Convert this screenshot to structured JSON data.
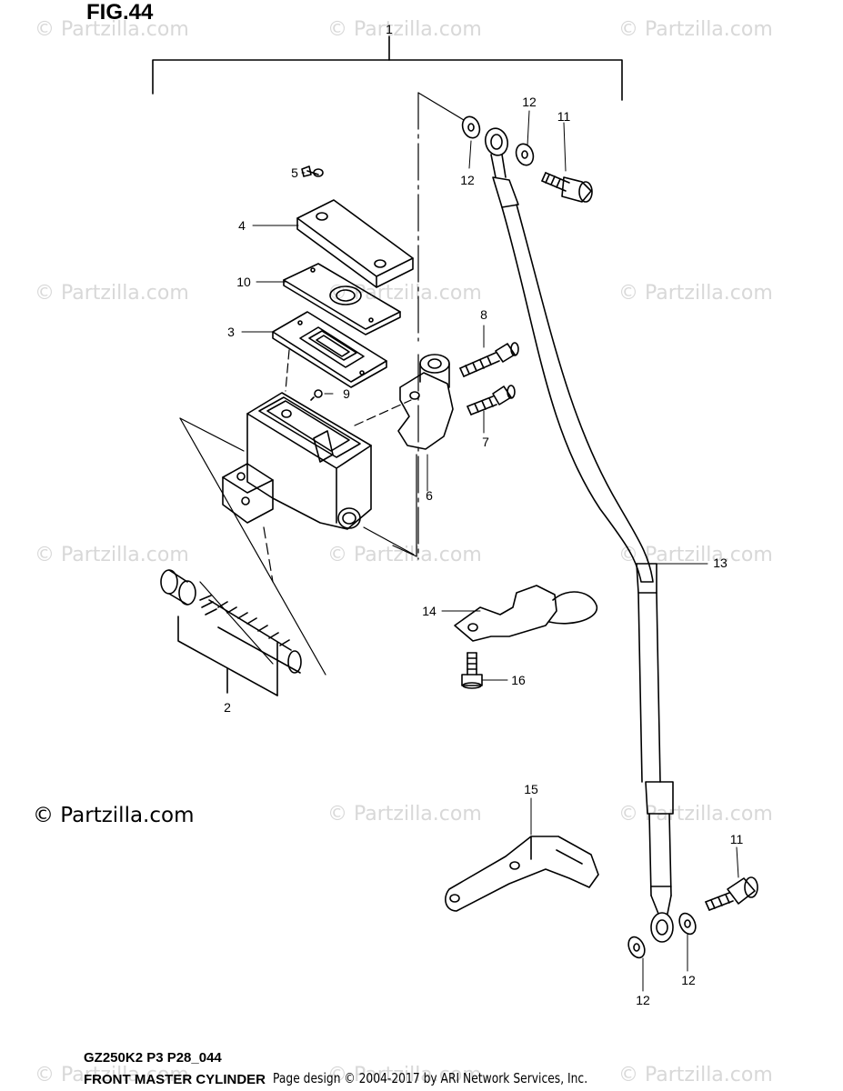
{
  "figure": {
    "title": "FIG.44",
    "model_code": "GZ250K2 P3 P28_044",
    "diagram_name": "FRONT MASTER CYLINDER",
    "page_copyright": "Page design © 2004-2017 by ARI Network Services, Inc.",
    "brand_copyright": "© Partzilla.com",
    "watermark_text": "© Partzilla.com"
  },
  "callouts": [
    "1",
    "2",
    "3",
    "4",
    "5",
    "6",
    "7",
    "8",
    "9",
    "10",
    "11",
    "11",
    "12",
    "12",
    "12",
    "12",
    "13",
    "14",
    "15",
    "16"
  ],
  "colors": {
    "line": "#000000",
    "watermark": "#d8d8d8",
    "background": "#ffffff"
  }
}
